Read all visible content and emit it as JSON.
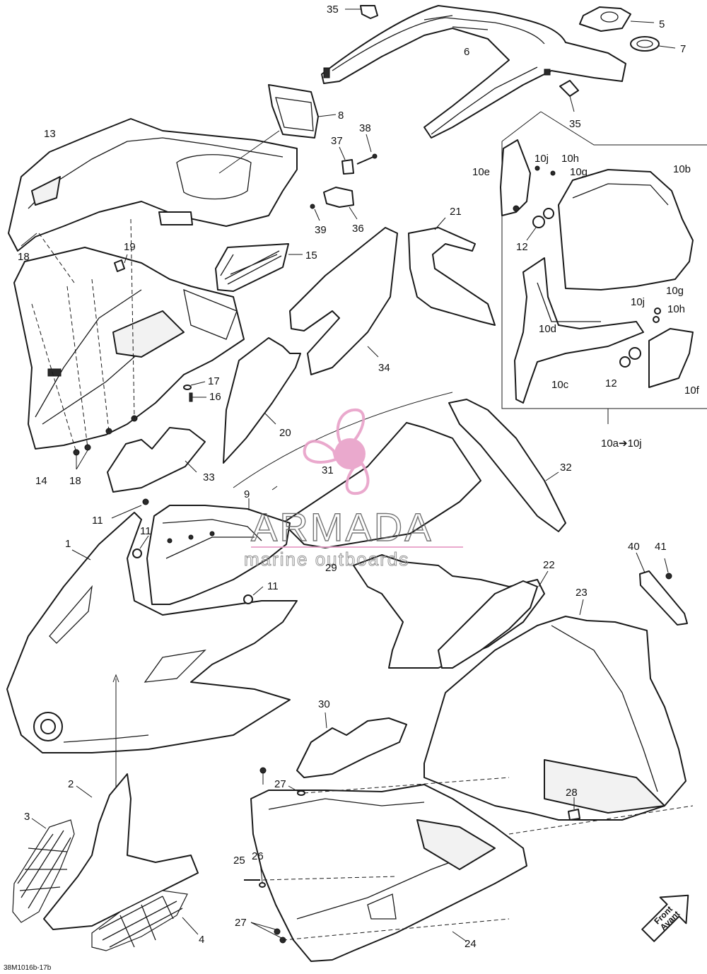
{
  "diagram": {
    "drawing_code": "38M1016b-17b",
    "callouts": [
      {
        "id": "c35a",
        "label": "35"
      },
      {
        "id": "c35b",
        "label": "35"
      },
      {
        "id": "c5",
        "label": "5"
      },
      {
        "id": "c7",
        "label": "7"
      },
      {
        "id": "c6",
        "label": "6"
      },
      {
        "id": "c8",
        "label": "8"
      },
      {
        "id": "c13",
        "label": "13"
      },
      {
        "id": "c37",
        "label": "37"
      },
      {
        "id": "c38",
        "label": "38"
      },
      {
        "id": "c39",
        "label": "39"
      },
      {
        "id": "c36",
        "label": "36"
      },
      {
        "id": "c18a",
        "label": "18"
      },
      {
        "id": "c19",
        "label": "19"
      },
      {
        "id": "c15",
        "label": "15"
      },
      {
        "id": "c21",
        "label": "21"
      },
      {
        "id": "c10e",
        "label": "10e"
      },
      {
        "id": "c10j_a",
        "label": "10j"
      },
      {
        "id": "c10h_a",
        "label": "10h"
      },
      {
        "id": "c10g_a",
        "label": "10g"
      },
      {
        "id": "c10b",
        "label": "10b"
      },
      {
        "id": "c12a",
        "label": "12"
      },
      {
        "id": "c10g_b",
        "label": "10g"
      },
      {
        "id": "c10j_b",
        "label": "10j"
      },
      {
        "id": "c10h_b",
        "label": "10h"
      },
      {
        "id": "c10d",
        "label": "10d"
      },
      {
        "id": "c10c",
        "label": "10c"
      },
      {
        "id": "c12b",
        "label": "12"
      },
      {
        "id": "c10f",
        "label": "10f"
      },
      {
        "id": "c10range",
        "label": "10a➔10j"
      },
      {
        "id": "c34",
        "label": "34"
      },
      {
        "id": "c17",
        "label": "17"
      },
      {
        "id": "c16",
        "label": "16"
      },
      {
        "id": "c20",
        "label": "20"
      },
      {
        "id": "c14",
        "label": "14"
      },
      {
        "id": "c18b",
        "label": "18"
      },
      {
        "id": "c33",
        "label": "33"
      },
      {
        "id": "c31",
        "label": "31"
      },
      {
        "id": "c32",
        "label": "32"
      },
      {
        "id": "c9",
        "label": "9"
      },
      {
        "id": "c11a",
        "label": "11"
      },
      {
        "id": "c11b",
        "label": "11"
      },
      {
        "id": "c11c",
        "label": "11"
      },
      {
        "id": "c1",
        "label": "1"
      },
      {
        "id": "c29",
        "label": "29"
      },
      {
        "id": "c22",
        "label": "22"
      },
      {
        "id": "c40",
        "label": "40"
      },
      {
        "id": "c41",
        "label": "41"
      },
      {
        "id": "c23",
        "label": "23"
      },
      {
        "id": "c30",
        "label": "30"
      },
      {
        "id": "c2",
        "label": "2"
      },
      {
        "id": "c3",
        "label": "3"
      },
      {
        "id": "c27a",
        "label": "27"
      },
      {
        "id": "c28",
        "label": "28"
      },
      {
        "id": "c25",
        "label": "25"
      },
      {
        "id": "c26",
        "label": "26"
      },
      {
        "id": "c27b",
        "label": "27"
      },
      {
        "id": "c4",
        "label": "4"
      },
      {
        "id": "c24",
        "label": "24"
      }
    ],
    "front_arrow": {
      "line1": "Front",
      "line2": "Avant"
    }
  },
  "watermark": {
    "brand": "ARMADA",
    "tagline": "marine outboards",
    "logo_color": "#e8a0c8"
  }
}
